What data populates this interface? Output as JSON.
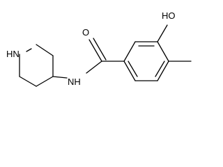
{
  "molecule": {
    "atoms": {
      "hydroxyl": "HO",
      "carbonyl_oxygen": "O",
      "amide_nitrogen": "NH",
      "piperidine_nitrogen": "HN"
    }
  }
}
